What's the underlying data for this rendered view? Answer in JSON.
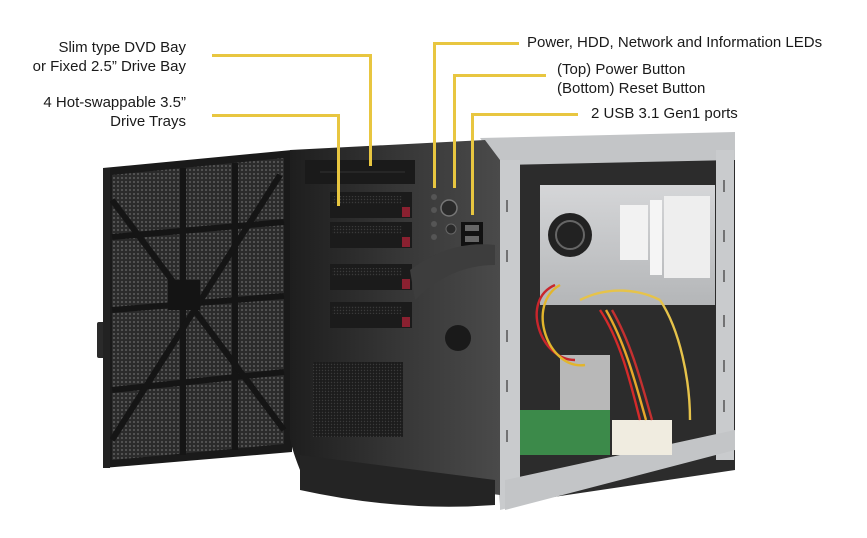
{
  "diagram": {
    "subject": "Mini-tower server chassis with open front door and removed side panel",
    "callouts": [
      {
        "id": "dvd_bay",
        "lines": [
          "Slim type  DVD Bay",
          "or Fixed 2.5” Drive Bay"
        ]
      },
      {
        "id": "drive_trays",
        "lines": [
          "4 Hot-swappable  3.5”",
          "Drive Trays"
        ]
      },
      {
        "id": "leds",
        "lines": [
          "Power, HDD, Network and Information  LEDs"
        ]
      },
      {
        "id": "buttons",
        "lines": [
          "(Top) Power Button",
          "(Bottom) Reset Button"
        ]
      },
      {
        "id": "usb",
        "lines": [
          "2 USB 3.1 Gen1  ports"
        ]
      }
    ],
    "colors": {
      "leader_line": "#e8c640",
      "chassis_black": "#2a2a2a",
      "frame_silver": "#c9cbcd",
      "drive_tray_accent": "#8a2030",
      "mesh": "#3a3a3a"
    }
  }
}
